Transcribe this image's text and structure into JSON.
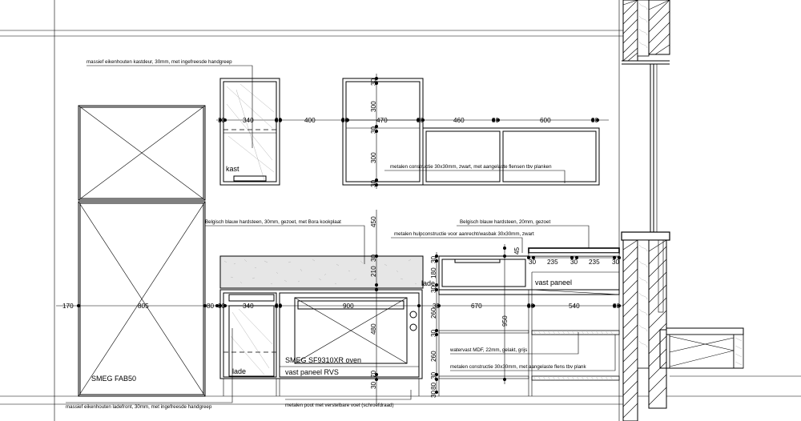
{
  "notes": {
    "kastdeur": "massief eikenhouten kastdeur, 30mm, met ingefreesde handgreep",
    "metalen_constructie_planken": "metalen constructie 30x30mm, zwart, met aangelaste flensen tbv planken",
    "hardsteen_bora": "Belgisch blauw hardsteen, 30mm, gezoet, met Bora kookplaat",
    "hardsteen_20": "Belgisch blauw hardsteen, 20mm, gezoet",
    "hulpconstructie": "metalen hulpconstructie voor aanrecht/wasbak 30x30mm, zwart",
    "watervast_mdf": "watervast MDF, 22mm, gelakt, grijs",
    "metalen_constructie_plank": "metalen constructie 30x30mm, met aangelaste flens tbv plank",
    "ladefront": "massief eikenhouten ladefront, 30mm, met ingefreesde handgreep",
    "metalen_poot": "metalen poot met verstelbare voet (schroefdraad)"
  },
  "labels": {
    "kast": "kast",
    "lade": "lade",
    "lade_mid": "lade",
    "smeg_fab50": "SMEG FAB50",
    "smeg_oven": "SMEG SF9310XR oven",
    "vast_paneel_rvs": "vast paneel RVS",
    "vast_paneel": "vast paneel"
  },
  "dims": {
    "upper_row": [
      "30",
      "340",
      "30",
      "400",
      "30",
      "470",
      "30",
      "460",
      "30",
      "600",
      "30"
    ],
    "upper_vertical": [
      "30",
      "300",
      "30",
      "300",
      "30"
    ],
    "mid_vertical": [
      "450",
      "30",
      "210",
      "480",
      "70",
      "30"
    ],
    "base_row": [
      "170",
      "805",
      "80",
      "30",
      "340",
      "30",
      "900",
      "30",
      "670",
      "30",
      "540",
      "30"
    ],
    "right_vertical": [
      "30",
      "180",
      "30",
      "260",
      "30",
      "260",
      "30",
      "80",
      "30"
    ],
    "sink_row": [
      "30",
      "235",
      "30",
      "235",
      "30"
    ],
    "sink_small": "45",
    "sink_tall": "950"
  }
}
